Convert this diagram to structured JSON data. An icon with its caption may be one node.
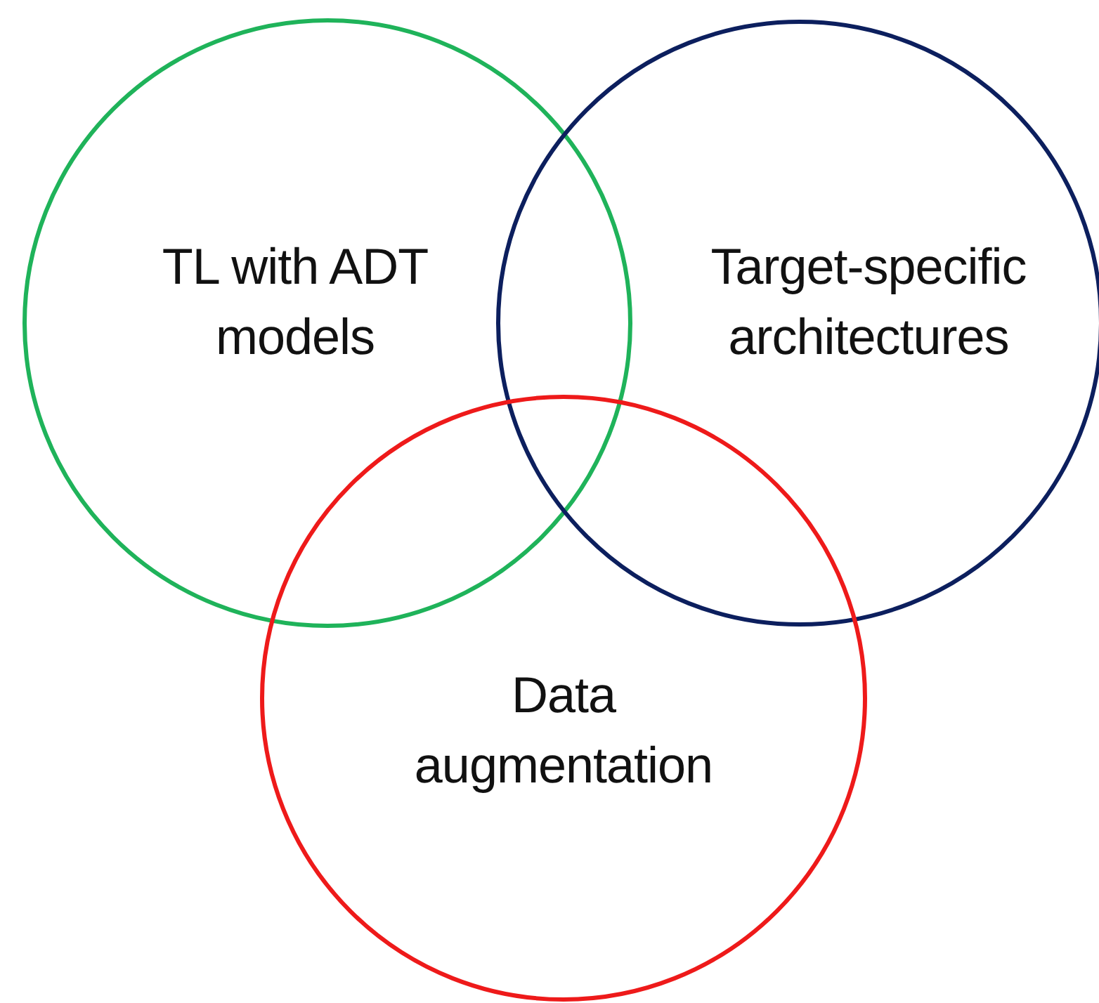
{
  "diagram": {
    "nodes": [
      {
        "text": [
          "TL with ADT models"
        ]
      },
      {
        "text": [
          "Target-specific architectures"
        ]
      },
      {
        "text": [
          "Data augmentation"
        ]
      }
    ]
  }
}
